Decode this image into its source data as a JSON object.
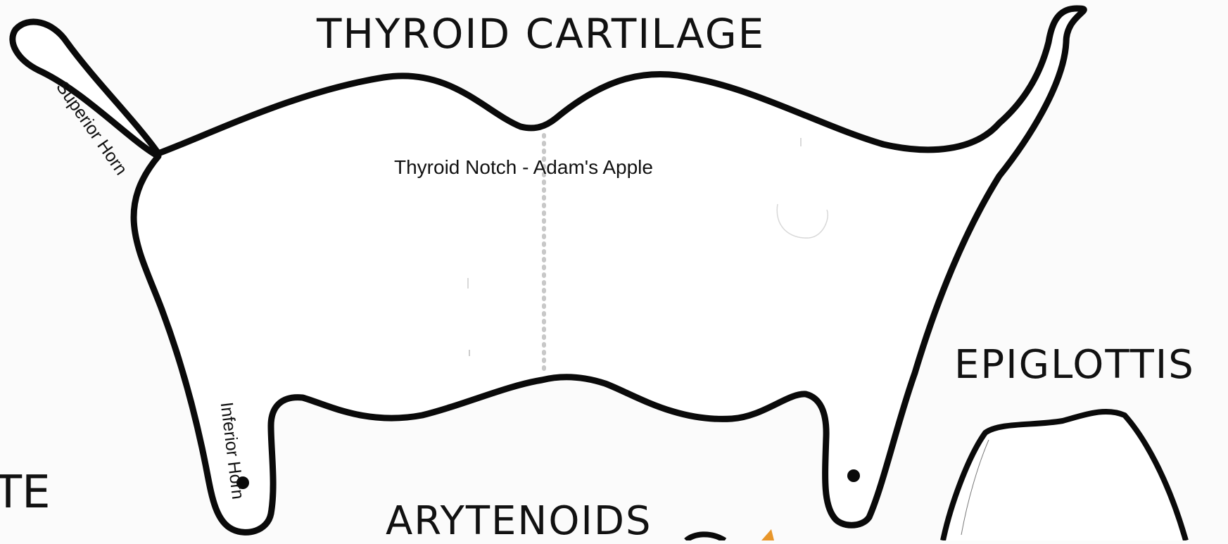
{
  "titles": {
    "thyroid_cartilage": "THYROID CARTILAGE",
    "epiglottis": "EPIGLOTTIS",
    "arytenoids": "ARYTENOIDS",
    "partial_left": "TE"
  },
  "labels": {
    "superior_horn": "Superior Horn",
    "inferior_horn": "Inferior Horn",
    "thyroid_notch": "Thyroid Notch - Adam's Apple"
  },
  "colors": {
    "outline": "#0a0a0a",
    "fold_line": "#c8c8c8",
    "accent_partial": "#e8962a",
    "paper": "#fbfbfb"
  }
}
